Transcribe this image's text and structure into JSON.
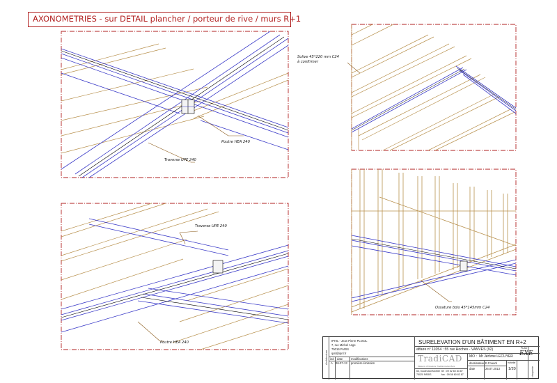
{
  "title": "AXONOMETRIES - sur DETAIL plancher / porteur de rive / murs R+1",
  "callouts": {
    "v1_poutre": "Poutre HEA 240",
    "v1_traverse": "Traverse UPE 240",
    "v2_solive": "Solive 45*220 mm C24",
    "v2_solive_note": "à confirmer",
    "v3_traverse": "Traverse UPE 240",
    "v3_poutre": "Poutre HEA 240",
    "v4_ossature": "Ossature bois 45*145mm C24"
  },
  "title_block": {
    "vertical_label": "Architecture",
    "company_lines": [
      "IPHIL - Jean Pierre PLOCIL",
      "7, rue Michel Ange",
      "75016 PARIS",
      "ipaf@ipnl.fr"
    ],
    "indices_header": [
      "ind",
      "date",
      "modifications"
    ],
    "indices_row": [
      "A",
      "26-07-13",
      "première émission"
    ],
    "project_title": "SURELEVATION D'UN BÂTIMENT EN R+2",
    "affaire": "affaire  n° 11054  :  55 rue Hoches  -  VANVES (92)",
    "logo": "TradiCAD",
    "logo_sub": "Maisons d'Ossature Traditionnelles Bois",
    "mo_label": "MO :",
    "mo_value": "Mr Jérôme LECUYER",
    "dessinateur_label": "dessinateur",
    "dessinateur_value": "E.Fouarti",
    "date_label": "date",
    "date_value": "26.07.2013",
    "echelle_label": "échelle",
    "echelle_value": "1/20",
    "address_lines": [
      "63, boulevard Mortier",
      "75020    PARIS"
    ],
    "phone_lines": [
      "tél : 09 52 60 83 87",
      "fax : 09 58 60 83 87"
    ],
    "plan_label": "PLAN",
    "plan_code": "EXE",
    "sheet_label": "charpente"
  },
  "colors": {
    "steel": "#3b3bc8",
    "wood": "#b8914e",
    "dash_border": "#b22222",
    "callout_line": "#8b5a1a"
  }
}
